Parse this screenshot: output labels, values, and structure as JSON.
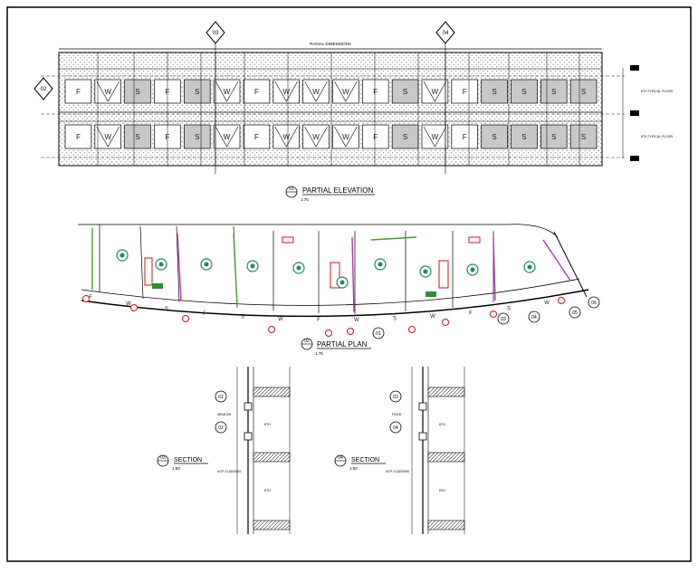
{
  "elevation": {
    "title": "PARTIAL ELEVATION",
    "number": "01",
    "scale": "1:75",
    "radial_label": "RADIAL DIMENSIONS",
    "markers": [
      "03",
      "04"
    ],
    "side_marker": "02",
    "floor_labels": [
      "8TH TYPICAL FLOOR",
      "8TH TYPICAL FLOOR"
    ],
    "panel_codes_row1": [
      "F",
      "W",
      "S",
      "F",
      "S",
      "W",
      "F",
      "W",
      "W",
      "W",
      "F",
      "S",
      "W",
      "F",
      "S",
      "S",
      "S",
      "S"
    ],
    "panel_codes_row2": [
      "F",
      "W",
      "S",
      "F",
      "S",
      "W",
      "F",
      "W",
      "W",
      "W",
      "F",
      "S",
      "W",
      "F",
      "S",
      "S",
      "S",
      "S"
    ]
  },
  "plan": {
    "title": "PARTIAL PLAN",
    "number": "02",
    "scale": "1:75",
    "callouts": [
      "03",
      "04",
      "05",
      "06",
      "01"
    ],
    "panel_codes": [
      "F",
      "W",
      "S",
      "F",
      "S",
      "W",
      "F",
      "W",
      "S",
      "W",
      "F",
      "S",
      "W"
    ]
  },
  "sections": [
    {
      "number": "03",
      "title": "SECTION",
      "scale": "1:50",
      "callouts": [
        "01",
        "02"
      ],
      "labels": [
        "WINDOW",
        "ACP CLADDING",
        "8TH",
        "8TH"
      ]
    },
    {
      "number": "04",
      "title": "SECTION",
      "scale": "1:50",
      "callouts": [
        "03",
        "04"
      ],
      "labels": [
        "FIXED",
        "ACP CLADDING",
        "8TH",
        "8TH"
      ]
    }
  ]
}
